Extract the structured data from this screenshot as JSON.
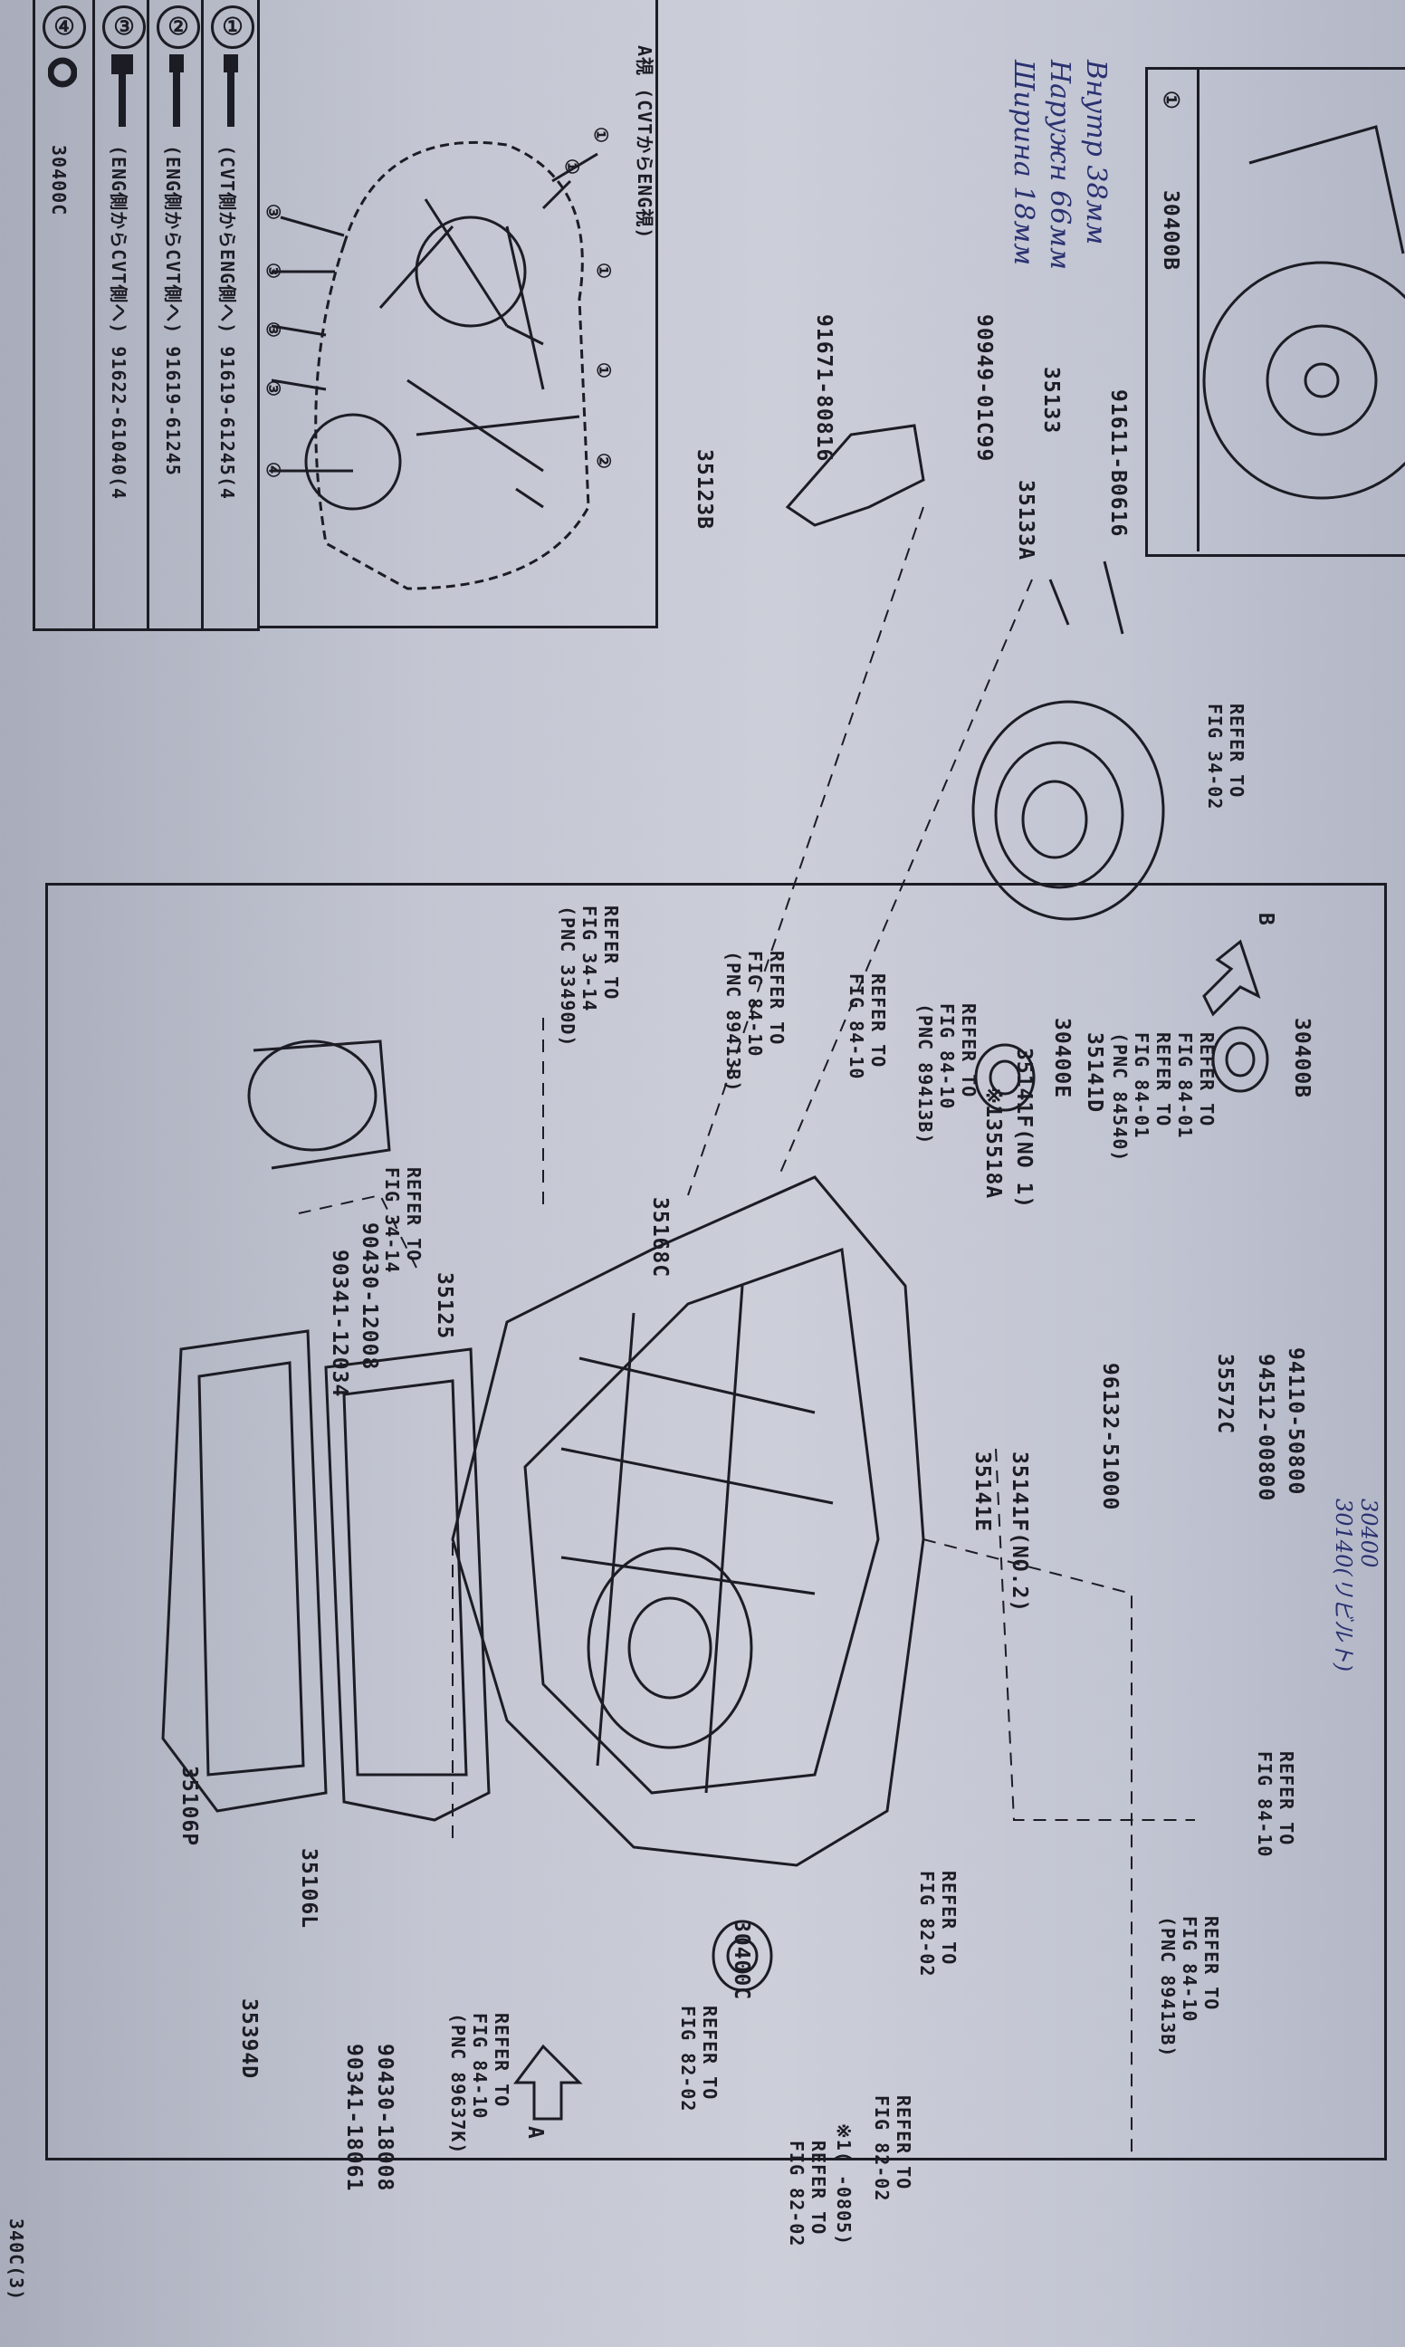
{
  "table": {
    "rows": [
      {
        "num": "①",
        "text": "(CVT側からENG側へ) 91619-61245(4"
      },
      {
        "num": "②",
        "text": "(ENG側からCVT側へ) 91619-61245"
      },
      {
        "num": "③",
        "text": "(ENG側からCVT側へ) 91622-61040(4"
      },
      {
        "num": "④",
        "text": "30400C"
      }
    ]
  },
  "view_a": {
    "title": "A視 (CVTからENG視)",
    "callouts": [
      "①",
      "①",
      "①",
      "①",
      "②",
      "③",
      "③",
      "③",
      "③",
      "④"
    ]
  },
  "inset": {
    "num": "①",
    "part": "30400B"
  },
  "handwritten": {
    "note": "Внутр 38мм\nНаружн 66мм\nШирина 18мм",
    "rebuilt": "30400\n30140(リビルト)"
  },
  "labels": {
    "p91611": "91611-B0616",
    "p35133": "35133",
    "p35133a": "35133A",
    "p90949": "90949-01C99",
    "p91671": "91671-80816",
    "p35123b": "35123B",
    "ref_34_02": "REFER TO\nFIG 34-02",
    "arrow_b": "B",
    "p30400b": "30400B",
    "ref_84_01a": "REFER TO\nFIG 84-01",
    "ref_84_01b": "REFER TO\nFIG 84-01\n(PNC 84540)",
    "p35141d": "35141D",
    "p30400e": "30400E",
    "p35141f1": "35141F(NO 1)",
    "p135518a": "※135518A",
    "ref_84_10a": "REFER TO\nFIG 84-10\n(PNC 89413B)",
    "ref_84_10b": "REFER TO\nFIG 84-10",
    "ref_84_10c": "REFER TO\nFIG 84-10\n(PNC 89413B)",
    "p35168c": "35168C",
    "ref_34_14a": "REFER TO\nFIG 34-14\n(PNC 33490D)",
    "ref_34_14b": "REFER TO\nFIG 34-14",
    "p90430_12008": "90430-12008",
    "p90341_12034": "90341-12034",
    "p35125": "35125",
    "p94110": "94110-50800",
    "p94512": "94512-00800",
    "p35572c": "35572C",
    "p96132": "96132-51000",
    "p35141f2": "35141F(NO.2)",
    "p35141e": "35141E",
    "ref_84_10d": "REFER TO\nFIG 84-10",
    "ref_84_10e": "REFER TO\nFIG 84-10\n(PNC 89413B)",
    "ref_82_02a": "REFER TO\nFIG 82-02",
    "ref_82_02b": "REFER TO\nFIG 82-02",
    "ref_82_02c": "REFER TO\nFIG 82-02",
    "p30400c": "30400C",
    "ref_82_02d": "REFER TO\nFIG 82-02",
    "arrow_a": "A",
    "ref_84_10f": "REFER TO\nFIG 84-10\n(PNC 89637K)",
    "p90430_18008": "90430-18008",
    "p90341_18061": "90341-18061",
    "p35394d": "35394D",
    "p35106l": "35106L",
    "p35106p": "35106P",
    "footnote": "※1(   -0805)",
    "page_code": "340C(3)"
  }
}
